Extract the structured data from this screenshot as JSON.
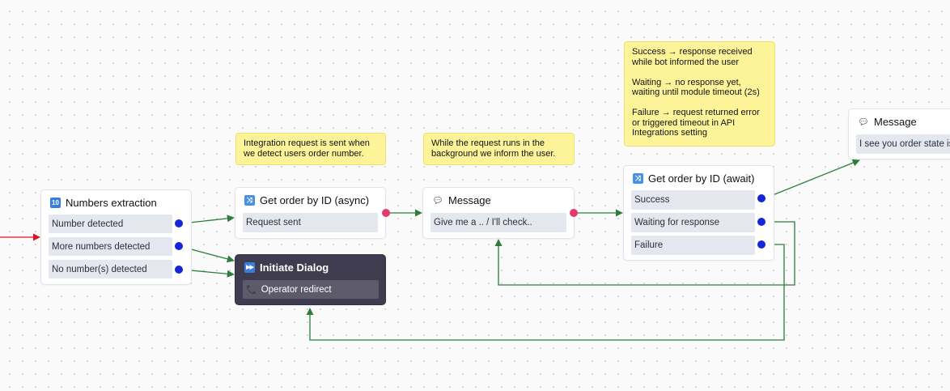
{
  "notes": {
    "async_note": "Integration request is sent when\nwe detect users order number.",
    "background_note": "While the request runs in the\nbackground we inform the user.",
    "status_note": "Success → response received\nwhile bot informed the user\n\nWaiting → no response yet,\nwaiting until module timeout (2s)\n\nFailure → request returned error\nor triggered timeout in API\nIntegrations setting"
  },
  "nodes": {
    "numbers": {
      "icon": "numbers-icon",
      "icon_glyph": "10",
      "title": "Numbers extraction",
      "ports": [
        "Number detected",
        "More numbers detected",
        "No number(s) detected"
      ]
    },
    "get_async": {
      "icon": "shuffle-icon",
      "icon_glyph": "⤨",
      "title": "Get order by ID (async)",
      "ports": [
        "Request sent"
      ]
    },
    "initiate": {
      "icon": "fast-forward-icon",
      "icon_glyph": "▶▶",
      "title": "Initiate Dialog",
      "port_icon": "phone-icon",
      "port_icon_glyph": "📞",
      "ports": [
        "Operator redirect"
      ]
    },
    "message1": {
      "icon": "speech-bubble-icon",
      "icon_glyph": "💬",
      "title": "Message",
      "ports": [
        "Give me a .. / I'll check.."
      ]
    },
    "get_await": {
      "icon": "shuffle-icon",
      "icon_glyph": "⤨",
      "title": "Get order by ID (await)",
      "ports": [
        "Success",
        "Waiting for response",
        "Failure"
      ]
    },
    "message2": {
      "icon": "speech-bubble-icon",
      "icon_glyph": "💬",
      "title": "Message",
      "ports": [
        "I see you order state is"
      ]
    }
  },
  "colors": {
    "edge": "#2e7d3a",
    "incoming_edge": "#e0141e",
    "port_dot": "#1326d8",
    "out_dot": "#e23b6a",
    "note_bg": "#fdf49a"
  }
}
